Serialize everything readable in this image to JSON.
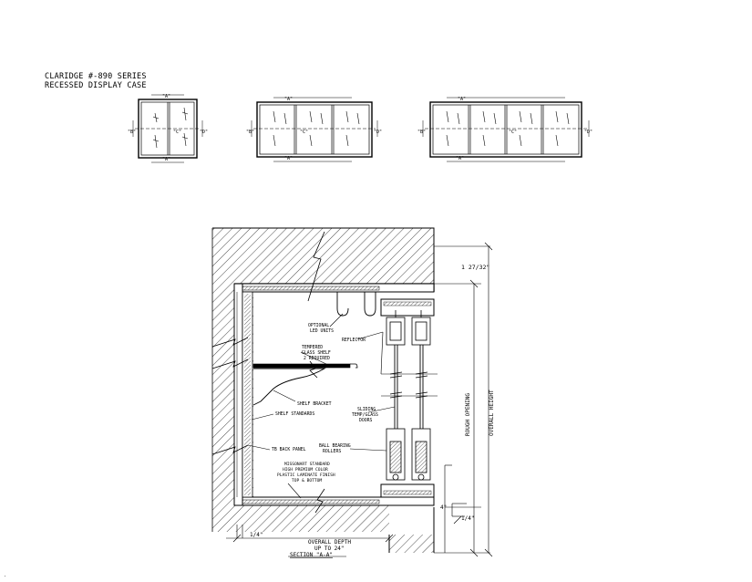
{
  "title": {
    "line1": "CLARIDGE #-890 SERIES",
    "line2": "RECESSED DISPLAY CASE"
  },
  "elevations": {
    "tag_a": "\"A\"",
    "tag_b": "\"B\"",
    "tag_c": "\"C\"",
    "tag_d": "\"D\""
  },
  "section": {
    "title": "SECTION \"A-A\"",
    "labels": {
      "optional_led": [
        "OPTIONAL",
        "LED UNITS"
      ],
      "reflector": "REFLECTOR",
      "tempered_glass": [
        "TEMPERED",
        "GLASS SHELF",
        "2 REQUIRED"
      ],
      "shelf_bracket": "SHELF BRACKET",
      "shelf_standards": "SHELF STANDARDS",
      "sliding_doors": [
        "SLIDING",
        "TEMP/GLASS",
        "DOORS"
      ],
      "tb_back_panel": "TB BACK PANEL",
      "ball_bearing": [
        "BALL BEARING",
        "ROLLERS"
      ],
      "laminate": [
        "MISSONART STANDARD",
        "HIGH PREMIUM COLOR",
        "PLASTIC LAMINATE FINISH",
        "TOP & BOTTOM"
      ],
      "overall_depth": [
        "OVERALL DEPTH",
        "UP TO 24\""
      ]
    },
    "dims": {
      "top_offset": "1 27/32\"",
      "rough_opening": "ROUGH OPENING",
      "overall_height": "OVERALL HEIGHT",
      "left_quarter": "1/4\"",
      "bottom_four": "4\"",
      "bottom_quarter": "1/4\""
    }
  }
}
